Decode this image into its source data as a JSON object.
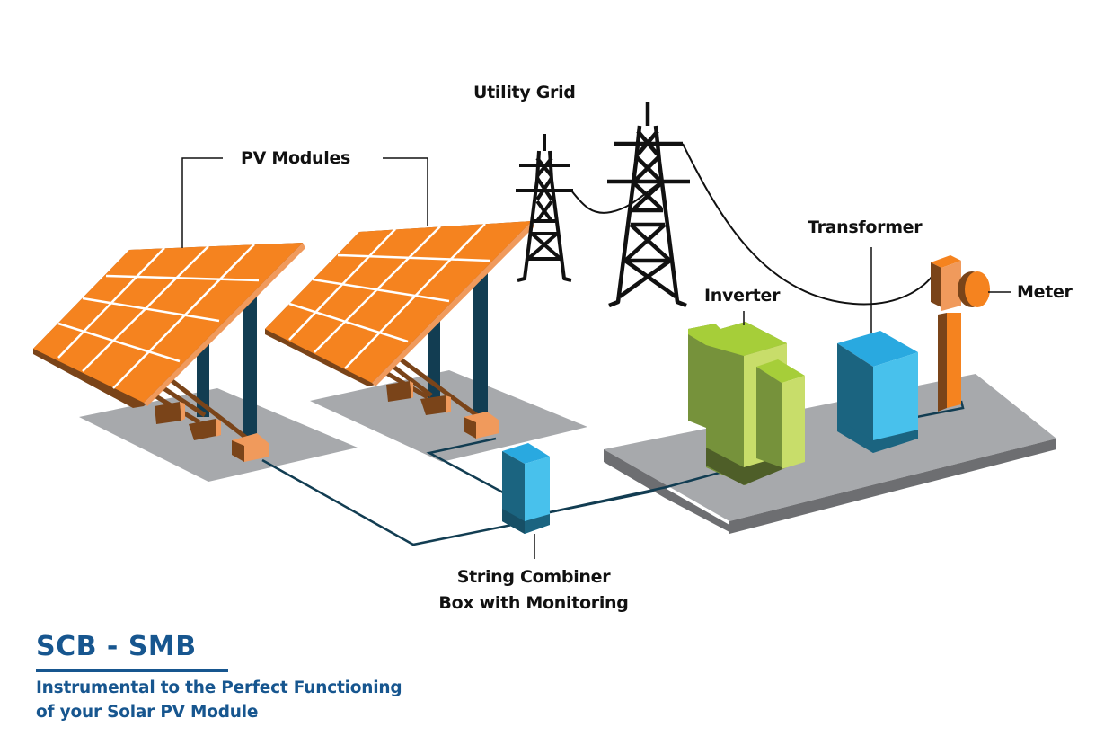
{
  "labels": {
    "utility_grid": "Utility Grid",
    "pv_modules": "PV Modules",
    "transformer": "Transformer",
    "inverter": "Inverter",
    "meter": "Meter",
    "combiner_box_line1": "String Combiner",
    "combiner_box_line2": "Box with Monitoring"
  },
  "branding": {
    "title": "SCB - SMB",
    "subtitle_line1": "Instrumental to the Perfect Functioning",
    "subtitle_line2": "of your Solar PV Module"
  },
  "colors": {
    "panel_orange": "#f5831f",
    "panel_edge": "#f09a5c",
    "panel_shadow": "#7a4419",
    "pole_navy": "#123d52",
    "ground_gray": "#a7a9ac",
    "ground_dark": "#6d6e71",
    "inverter_green": "#a6ce39",
    "inverter_dark": "#76923b",
    "inverter_light": "#c8dd6a",
    "transformer_blue": "#29a9e0",
    "transformer_light": "#48c1ec",
    "transformer_dark": "#1b6480",
    "meter_orange": "#f5831f",
    "brand_blue": "#17568f",
    "cable": "#123d52"
  }
}
